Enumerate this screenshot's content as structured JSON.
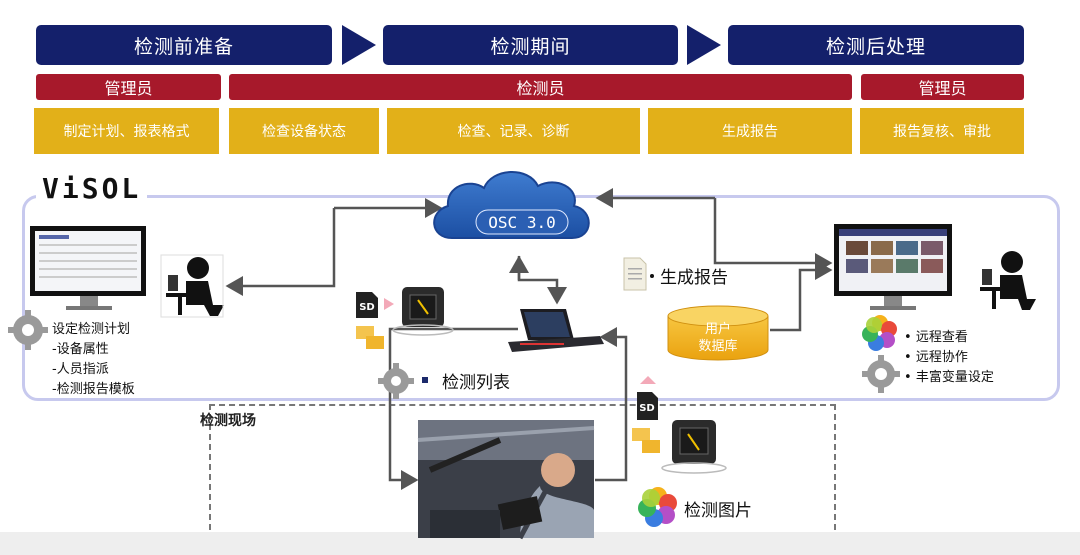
{
  "phases": [
    "检测前准备",
    "检测期间",
    "检测后处理"
  ],
  "roles": [
    "管理员",
    "检测员",
    "管理员"
  ],
  "tasks": [
    "制定计划、报表格式",
    "检查设备状态",
    "检查、记录、诊断",
    "生成报告",
    "报告复核、审批"
  ],
  "system_name": "ViSOL",
  "cloud_label": "OSC 3.0",
  "generate_report": "生成报告",
  "database_label": [
    "用户",
    "数据库"
  ],
  "inspection_list": "检测列表",
  "inspection_site": "检测现场",
  "inspection_images": "检测图片",
  "sd_label": "SD",
  "left_list": [
    "设定检测计划",
    "-设备属性",
    "-人员指派",
    "-检测报告模板"
  ],
  "right_list": [
    "远程查看",
    "远程协作",
    "丰富变量设定"
  ],
  "colors": {
    "phase": "#14206b",
    "role": "#a7192b",
    "task": "#e2b019",
    "visol_border": "#c7c9ee",
    "database": "#f2b318"
  }
}
